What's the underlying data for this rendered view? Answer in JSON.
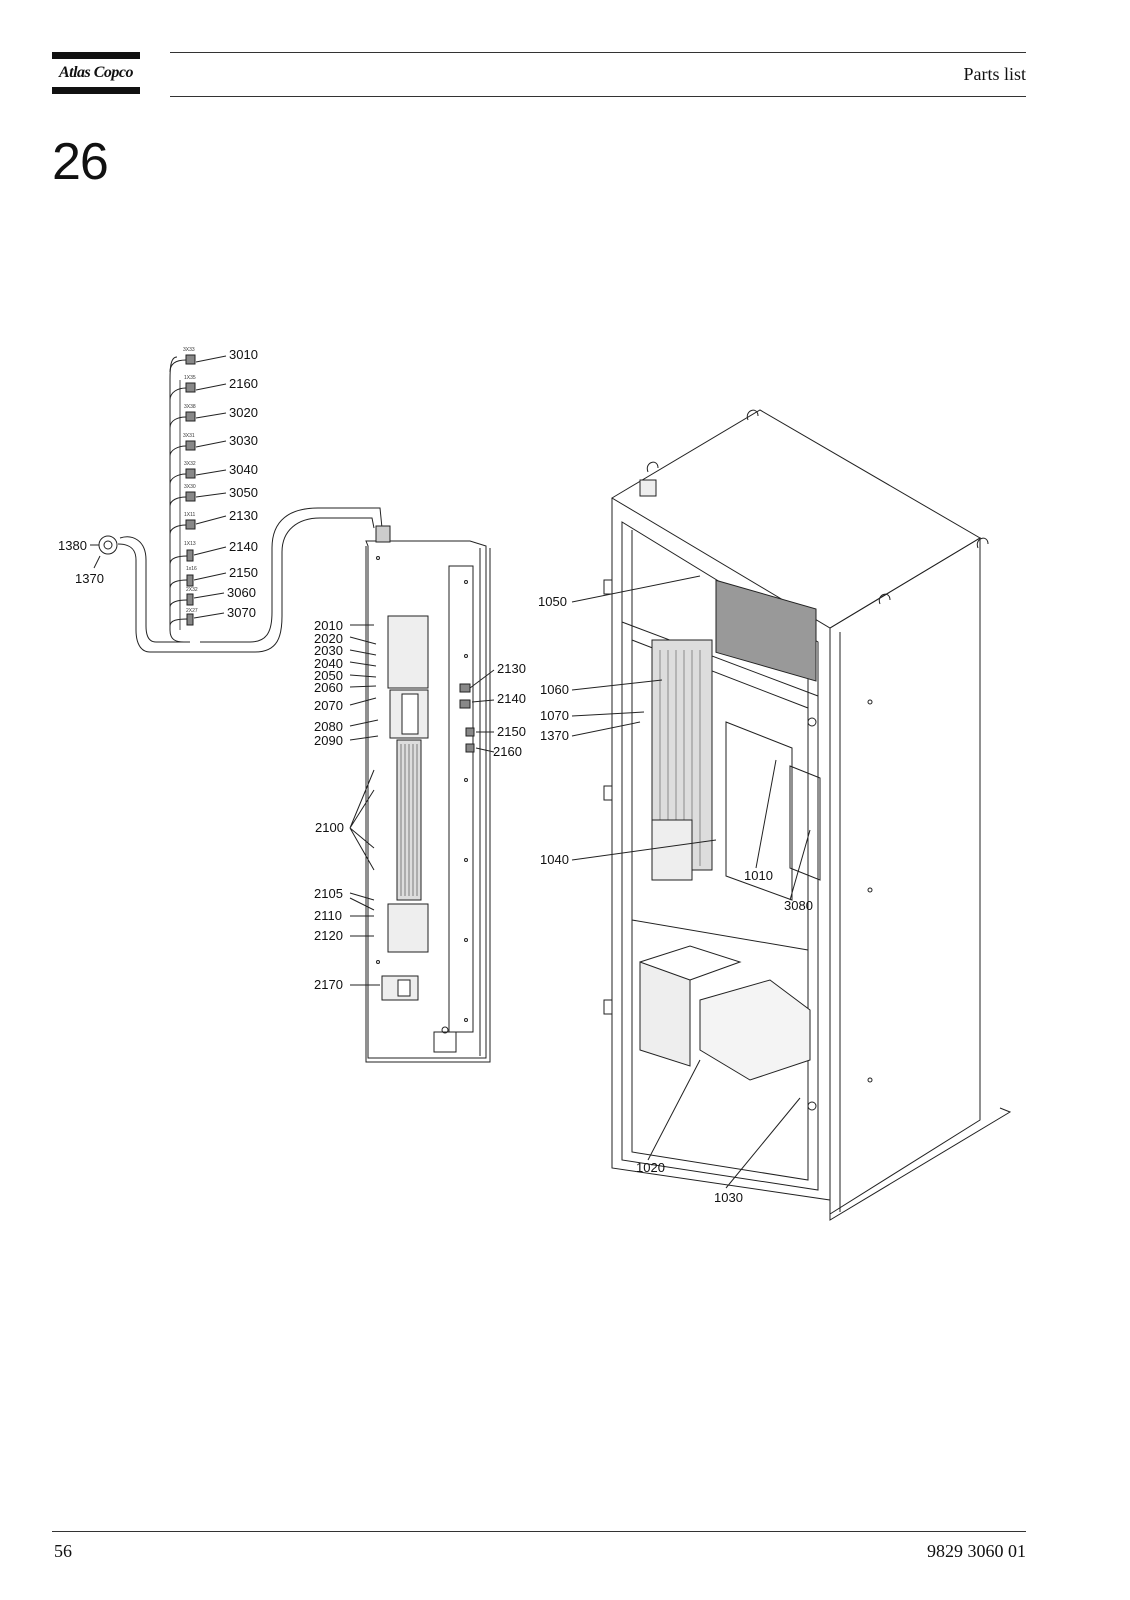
{
  "header": {
    "brand": "Atlas Copco",
    "title": "Parts list"
  },
  "section_number": "26",
  "footer": {
    "page_number": "56",
    "document_number": "9829 3060 01"
  },
  "cable_connectors": [
    "3X33",
    "1X35",
    "3X38",
    "3X31",
    "3X32",
    "3X30",
    "1X11",
    "1X13",
    "1x16",
    "2X32",
    "2X27"
  ],
  "callouts": {
    "c3010": "3010",
    "c2160a": "2160",
    "c3020": "3020",
    "c3030": "3030",
    "c3040": "3040",
    "c3050": "3050",
    "c2130a": "2130",
    "c2140a": "2140",
    "c2150a": "2150",
    "c3060": "3060",
    "c3070": "3070",
    "c1380": "1380",
    "c1370a": "1370",
    "c2010": "2010",
    "c2020": "2020",
    "c2030": "2030",
    "c2040": "2040",
    "c2050": "2050",
    "c2060": "2060",
    "c2070": "2070",
    "c2080": "2080",
    "c2090": "2090",
    "c2100": "2100",
    "c2105": "2105",
    "c2110": "2110",
    "c2120": "2120",
    "c2170": "2170",
    "c2130b": "2130",
    "c2140b": "2140",
    "c2150b": "2150",
    "c2160b": "2160",
    "c1050": "1050",
    "c1060": "1060",
    "c1070": "1070",
    "c1370b": "1370",
    "c1040": "1040",
    "c1010": "1010",
    "c3080": "3080",
    "c1020": "1020",
    "c1030": "1030"
  }
}
